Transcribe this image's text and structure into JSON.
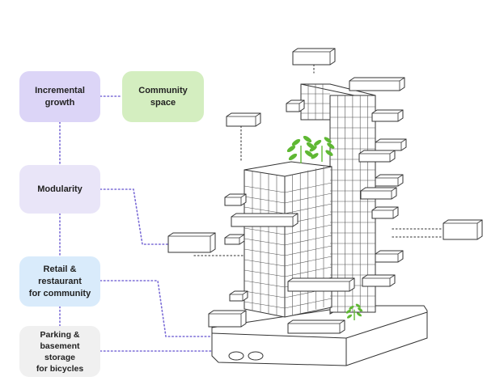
{
  "labels": {
    "incremental_growth": "Incremental\ngrowth",
    "community_space": "Community space",
    "modularity": "Modularity",
    "retail": "Retail & restaurant\nfor community",
    "parking": "Parking  &\nbasement storage\nfor bicycles"
  },
  "colors": {
    "incremental_growth": "#dcd5f7",
    "community_space": "#d4eec0",
    "modularity": "#e9e5f8",
    "retail": "#d9ebfb",
    "parking": "#f0f0f0",
    "connector": "#7a6bd6",
    "plant": "#5fb833",
    "line": "#333333"
  }
}
